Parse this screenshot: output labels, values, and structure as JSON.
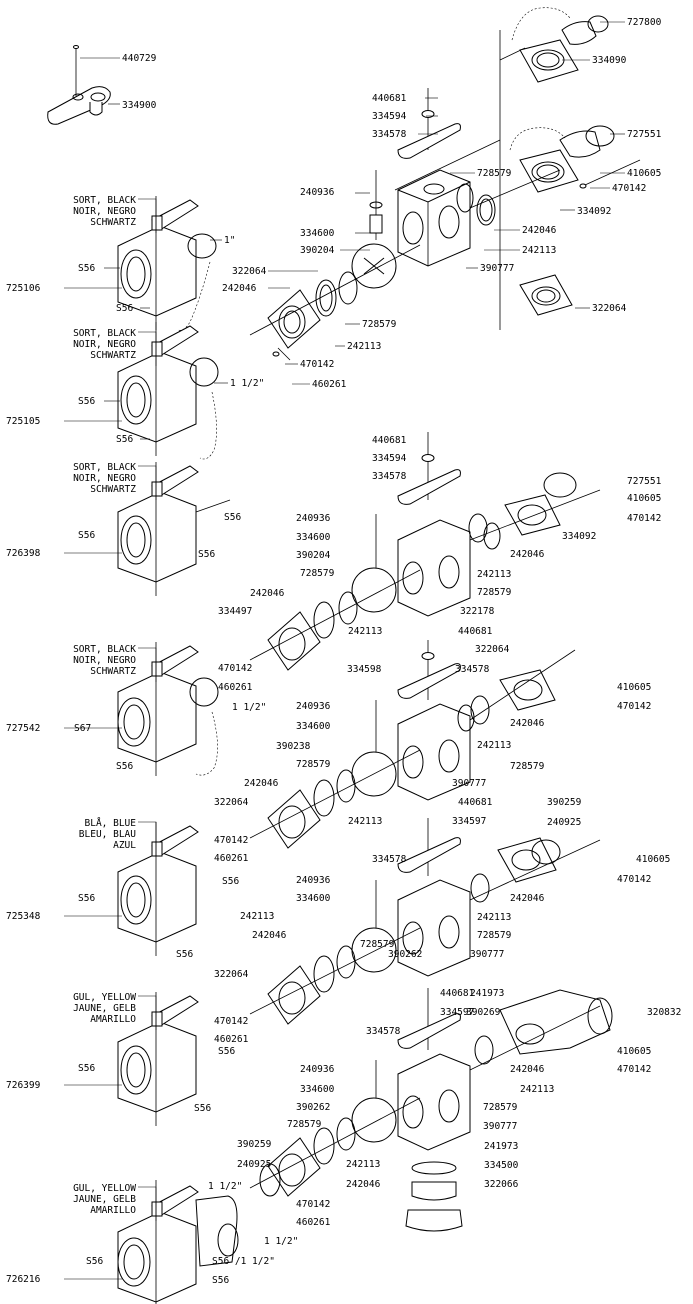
{
  "callouts": [
    {
      "id": "c1",
      "text": "440729"
    },
    {
      "id": "c2",
      "text": "334900"
    },
    {
      "id": "c3",
      "text": "727800"
    },
    {
      "id": "c4",
      "text": "334090"
    },
    {
      "id": "c5",
      "text": "440681"
    },
    {
      "id": "c6",
      "text": "334594"
    },
    {
      "id": "c7",
      "text": "334578"
    },
    {
      "id": "c8",
      "text": "727551"
    },
    {
      "id": "c9",
      "text": "410605"
    },
    {
      "id": "c10",
      "text": "470142"
    },
    {
      "id": "c11",
      "text": "334092"
    },
    {
      "id": "c12",
      "text": "728579"
    },
    {
      "id": "c13",
      "text": "242046"
    },
    {
      "id": "c14",
      "text": "242113"
    },
    {
      "id": "c15",
      "text": "240936"
    },
    {
      "id": "c16",
      "text": "334600"
    },
    {
      "id": "c17",
      "text": "390204"
    },
    {
      "id": "c18",
      "text": "390777"
    },
    {
      "id": "c19",
      "text": "322064"
    },
    {
      "id": "c20",
      "text": "242046"
    },
    {
      "id": "c21",
      "text": "322064"
    },
    {
      "id": "c22",
      "text": "728579"
    },
    {
      "id": "c23",
      "text": "242113"
    },
    {
      "id": "c24",
      "text": "470142"
    },
    {
      "id": "c25",
      "text": "460261"
    },
    {
      "id": "c26",
      "text": "725106"
    },
    {
      "id": "c27",
      "text": "S56"
    },
    {
      "id": "c28",
      "text": "S56"
    },
    {
      "id": "c29",
      "text": "1\""
    },
    {
      "id": "c30",
      "text": "725105"
    },
    {
      "id": "c31",
      "text": "S56"
    },
    {
      "id": "c32",
      "text": "S56"
    },
    {
      "id": "c33",
      "text": "1 1/2\""
    },
    {
      "id": "d1",
      "text": "440681"
    },
    {
      "id": "d2",
      "text": "334594"
    },
    {
      "id": "d3",
      "text": "334578"
    },
    {
      "id": "d4",
      "text": "727551"
    },
    {
      "id": "d5",
      "text": "410605"
    },
    {
      "id": "d6",
      "text": "470142"
    },
    {
      "id": "d7",
      "text": "334092"
    },
    {
      "id": "d8",
      "text": "242046"
    },
    {
      "id": "d9",
      "text": "240936"
    },
    {
      "id": "d10",
      "text": "334600"
    },
    {
      "id": "d11",
      "text": "390204"
    },
    {
      "id": "d12",
      "text": "728579"
    },
    {
      "id": "d13",
      "text": "242113"
    },
    {
      "id": "d14",
      "text": "728579"
    },
    {
      "id": "d15",
      "text": "242046"
    },
    {
      "id": "d16",
      "text": "322178"
    },
    {
      "id": "d17",
      "text": "334497"
    },
    {
      "id": "d18",
      "text": "242113"
    },
    {
      "id": "d19",
      "text": "470142"
    },
    {
      "id": "d20",
      "text": "460261"
    },
    {
      "id": "d21",
      "text": "726398"
    },
    {
      "id": "d22",
      "text": "S56"
    },
    {
      "id": "d23",
      "text": "S56"
    },
    {
      "id": "d24",
      "text": "S56"
    },
    {
      "id": "e1",
      "text": "440681"
    },
    {
      "id": "e2",
      "text": "322064"
    },
    {
      "id": "e3",
      "text": "334598"
    },
    {
      "id": "e4",
      "text": "334578"
    },
    {
      "id": "e5",
      "text": "410605"
    },
    {
      "id": "e6",
      "text": "470142"
    },
    {
      "id": "e7",
      "text": "240936"
    },
    {
      "id": "e8",
      "text": "334600"
    },
    {
      "id": "e9",
      "text": "242046"
    },
    {
      "id": "e10",
      "text": "242113"
    },
    {
      "id": "e11",
      "text": "390238"
    },
    {
      "id": "e12",
      "text": "728579"
    },
    {
      "id": "e13",
      "text": "728579"
    },
    {
      "id": "e14",
      "text": "390777"
    },
    {
      "id": "e15",
      "text": "242046"
    },
    {
      "id": "e16",
      "text": "322064"
    },
    {
      "id": "e17",
      "text": "242113"
    },
    {
      "id": "e18",
      "text": "470142"
    },
    {
      "id": "e19",
      "text": "460261"
    },
    {
      "id": "e20",
      "text": "727542"
    },
    {
      "id": "e21",
      "text": "S67"
    },
    {
      "id": "e22",
      "text": "S56"
    },
    {
      "id": "e23",
      "text": "1 1/2\""
    },
    {
      "id": "f1",
      "text": "440681"
    },
    {
      "id": "f2",
      "text": "334597"
    },
    {
      "id": "f3",
      "text": "390259"
    },
    {
      "id": "f4",
      "text": "240925"
    },
    {
      "id": "f5",
      "text": "410605"
    },
    {
      "id": "f6",
      "text": "470142"
    },
    {
      "id": "f7",
      "text": "334578"
    },
    {
      "id": "f8",
      "text": "240936"
    },
    {
      "id": "f9",
      "text": "334600"
    },
    {
      "id": "f10",
      "text": "242046"
    },
    {
      "id": "f11",
      "text": "242113"
    },
    {
      "id": "f12",
      "text": "728579"
    },
    {
      "id": "f13",
      "text": "242113"
    },
    {
      "id": "f14",
      "text": "390262"
    },
    {
      "id": "f15",
      "text": "390777"
    },
    {
      "id": "f16",
      "text": "242046"
    },
    {
      "id": "f17",
      "text": "728579"
    },
    {
      "id": "f18",
      "text": "322064"
    },
    {
      "id": "f19",
      "text": "470142"
    },
    {
      "id": "f20",
      "text": "460261"
    },
    {
      "id": "f21",
      "text": "725348"
    },
    {
      "id": "f22",
      "text": "S56"
    },
    {
      "id": "f23",
      "text": "S56"
    },
    {
      "id": "f24",
      "text": "S56"
    },
    {
      "id": "g1",
      "text": "440681"
    },
    {
      "id": "g2",
      "text": "241973"
    },
    {
      "id": "g3",
      "text": "390269"
    },
    {
      "id": "g4",
      "text": "320832"
    },
    {
      "id": "g5",
      "text": "334597"
    },
    {
      "id": "g6",
      "text": "334578"
    },
    {
      "id": "g7",
      "text": "410605"
    },
    {
      "id": "g8",
      "text": "470142"
    },
    {
      "id": "g9",
      "text": "242046"
    },
    {
      "id": "g10",
      "text": "242113"
    },
    {
      "id": "g11",
      "text": "240936"
    },
    {
      "id": "g12",
      "text": "334600"
    },
    {
      "id": "g13",
      "text": "728579"
    },
    {
      "id": "g14",
      "text": "390262"
    },
    {
      "id": "g15",
      "text": "390777"
    },
    {
      "id": "g16",
      "text": "728579"
    },
    {
      "id": "g17",
      "text": "241973"
    },
    {
      "id": "g18",
      "text": "390259"
    },
    {
      "id": "g19",
      "text": "334500"
    },
    {
      "id": "g20",
      "text": "240925"
    },
    {
      "id": "g21",
      "text": "242113"
    },
    {
      "id": "g22",
      "text": "242046"
    },
    {
      "id": "g23",
      "text": "322066"
    },
    {
      "id": "g24",
      "text": "470142"
    },
    {
      "id": "g25",
      "text": "460261"
    },
    {
      "id": "g26",
      "text": "726399"
    },
    {
      "id": "g27",
      "text": "S56"
    },
    {
      "id": "g28",
      "text": "S56"
    },
    {
      "id": "g29",
      "text": "S56"
    },
    {
      "id": "h1",
      "text": "1 1/2\""
    },
    {
      "id": "h2",
      "text": "1 1/2\""
    },
    {
      "id": "h3",
      "text": "726216"
    },
    {
      "id": "h4",
      "text": "S56"
    },
    {
      "id": "h5",
      "text": "S56 /1 1/2\""
    },
    {
      "id": "h6",
      "text": "S56"
    }
  ],
  "color_notes": [
    {
      "id": "n1",
      "lines": [
        "SORT, BLACK",
        "NOIR, NEGRO",
        "SCHWARTZ"
      ]
    },
    {
      "id": "n2",
      "lines": [
        "SORT, BLACK",
        "NOIR, NEGRO",
        "SCHWARTZ"
      ]
    },
    {
      "id": "n3",
      "lines": [
        "SORT, BLACK",
        "NOIR, NEGRO",
        "SCHWARTZ"
      ]
    },
    {
      "id": "n4",
      "lines": [
        "SORT, BLACK",
        "NOIR, NEGRO",
        "SCHWARTZ"
      ]
    },
    {
      "id": "n5",
      "lines": [
        "BLÅ, BLUE",
        "BLEU, BLAU",
        "AZUL"
      ]
    },
    {
      "id": "n6",
      "lines": [
        "GUL, YELLOW",
        "JAUNE, GELB",
        "AMARILLO"
      ]
    },
    {
      "id": "n7",
      "lines": [
        "GUL, YELLOW",
        "JAUNE, GELB",
        "AMARILLO"
      ]
    }
  ]
}
